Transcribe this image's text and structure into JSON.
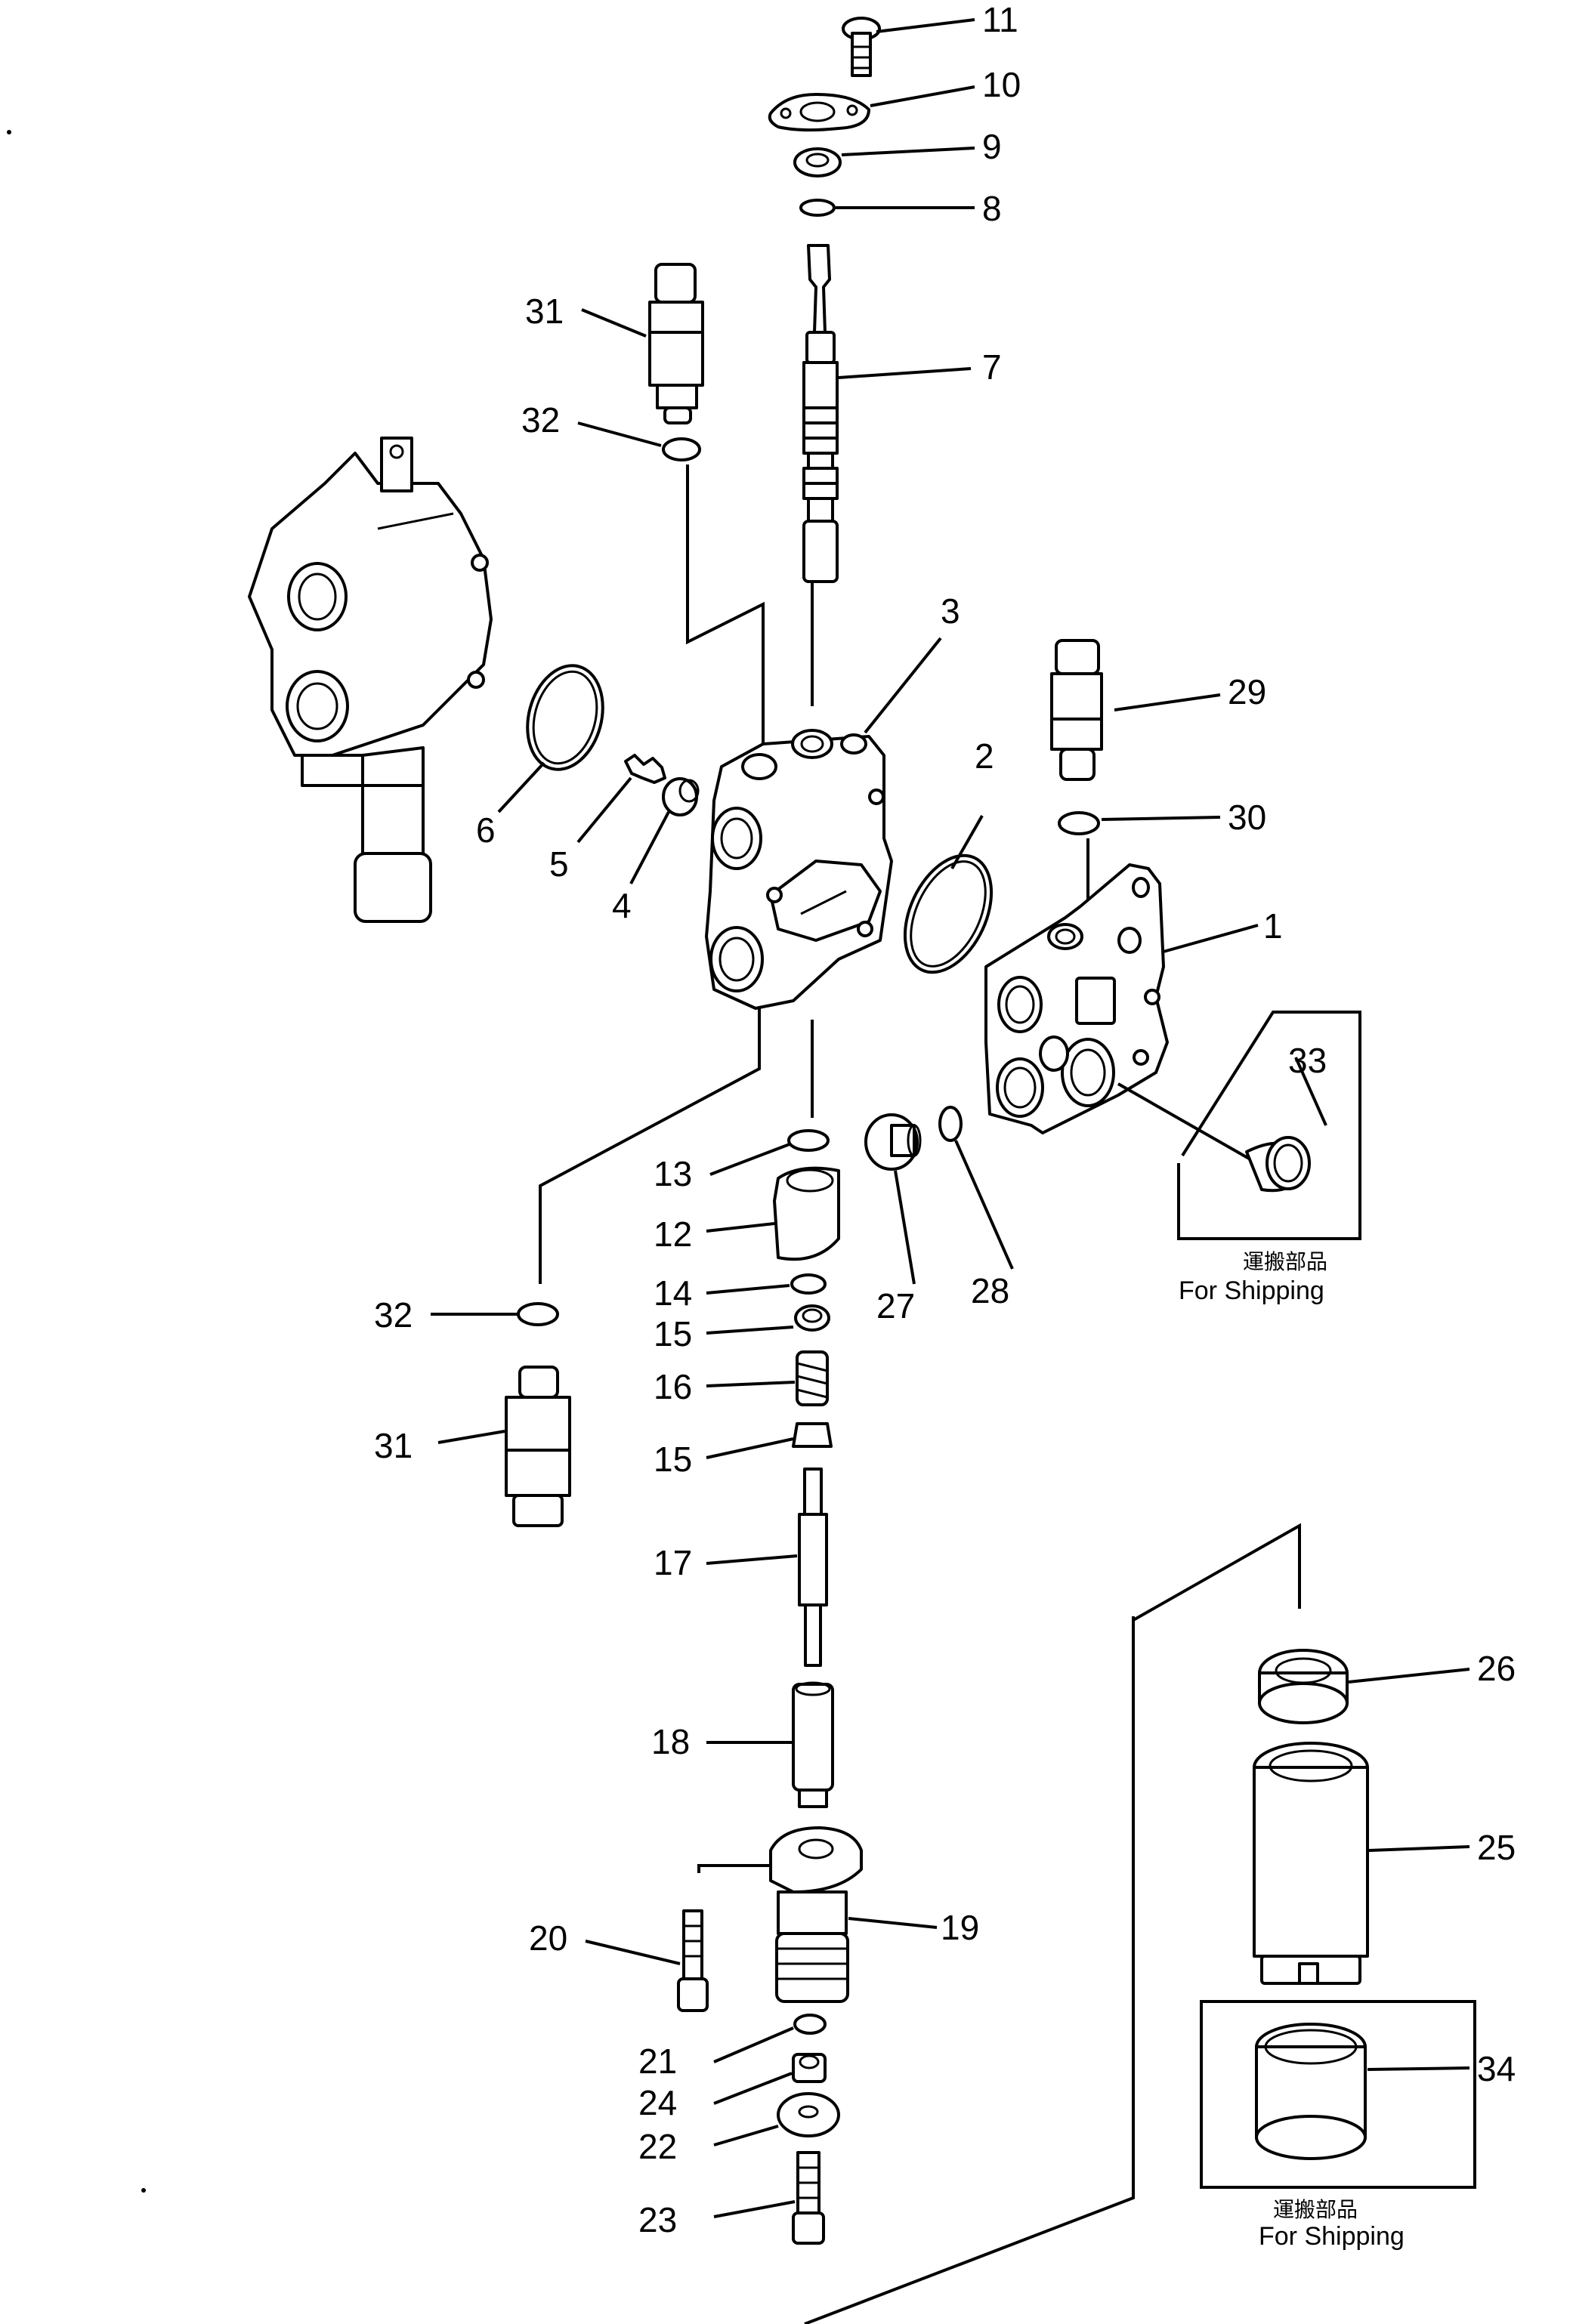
{
  "callouts": {
    "c1": "1",
    "c2": "2",
    "c3": "3",
    "c4": "4",
    "c5": "5",
    "c6": "6",
    "c7": "7",
    "c8": "8",
    "c9": "9",
    "c10": "10",
    "c11": "11",
    "c12": "12",
    "c13": "13",
    "c14": "14",
    "c15a": "15",
    "c15b": "15",
    "c16": "16",
    "c17": "17",
    "c18": "18",
    "c19": "19",
    "c20": "20",
    "c21": "21",
    "c22": "22",
    "c23": "23",
    "c24": "24",
    "c25": "25",
    "c26": "26",
    "c27": "27",
    "c28": "28",
    "c29": "29",
    "c30": "30",
    "c31a": "31",
    "c31b": "31",
    "c32a": "32",
    "c32b": "32",
    "c33": "33",
    "c34": "34"
  },
  "shipping_boxes": {
    "box33": {
      "jp": "運搬部品",
      "en": "For  Shipping"
    },
    "box34": {
      "jp": "運搬部品",
      "en": "For  Shipping"
    }
  }
}
